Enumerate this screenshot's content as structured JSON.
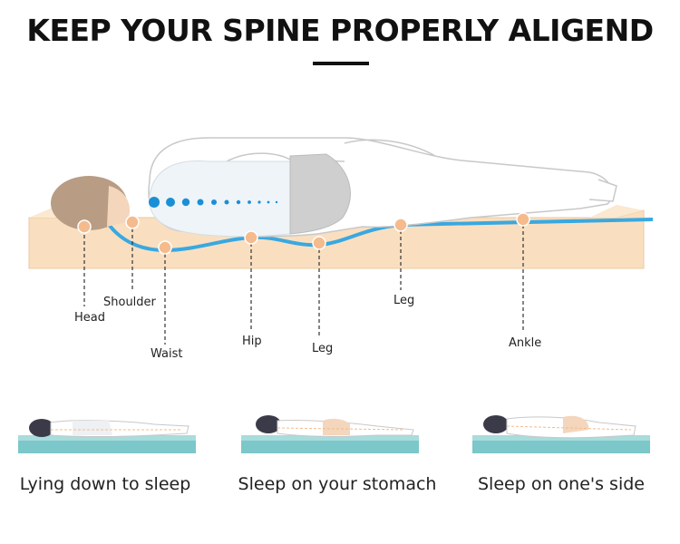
{
  "title": "KEEP YOUR SPINE PROPERLY ALIGEND",
  "points": {
    "head": "Head",
    "shoulder": "Shoulder",
    "waist": "Waist",
    "hip": "Hip",
    "leg_upper": "Leg",
    "leg_lower": "Leg",
    "ankle": "Ankle"
  },
  "positions": [
    {
      "caption": "Lying down to sleep"
    },
    {
      "caption": "Sleep on your stomach"
    },
    {
      "caption": "Sleep on one's side"
    }
  ],
  "colors": {
    "mattress": "#f9dfc0",
    "memory_layer": "#3aa8e0",
    "marker": "#f6bb8c",
    "spine_dots": "#1b8fd6",
    "hair": "#b89c84",
    "thumb_mattress": "#7cc7c9"
  }
}
